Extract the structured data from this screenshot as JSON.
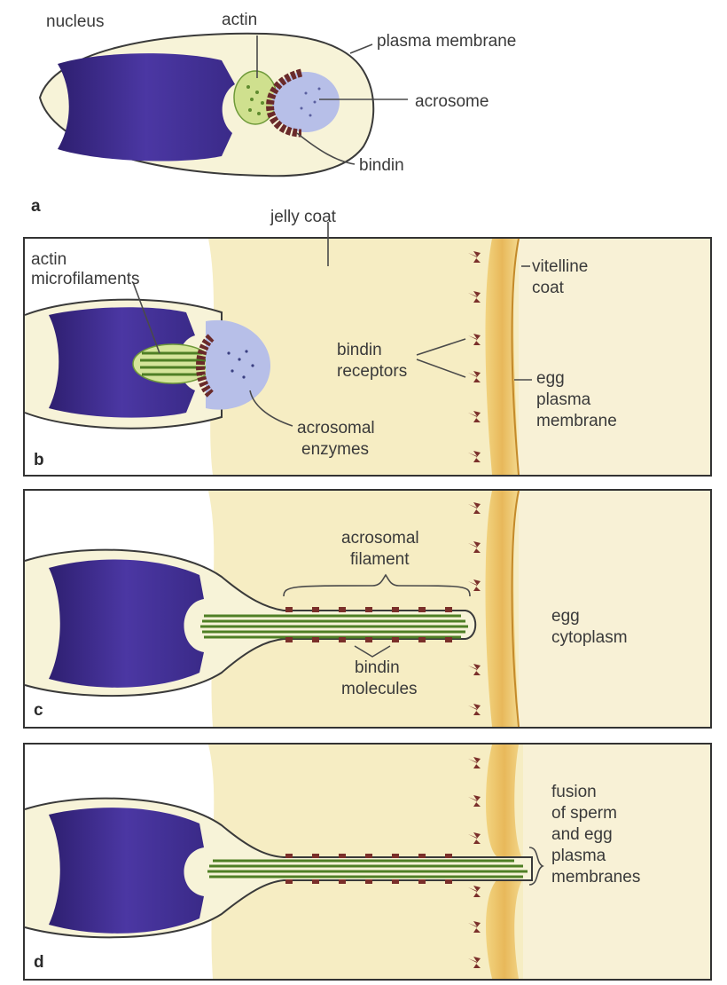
{
  "panels": {
    "a": {
      "letter": "a",
      "labels": {
        "nucleus": "nucleus",
        "actin": "actin",
        "plasma_membrane": "plasma membrane",
        "acrosome": "acrosome",
        "bindin": "bindin"
      }
    },
    "b": {
      "letter": "b",
      "labels": {
        "jelly_coat": "jelly coat",
        "actin_microfilaments_1": "actin",
        "actin_microfilaments_2": "microfilaments",
        "vitelline_coat_1": "vitelline",
        "vitelline_coat_2": "coat",
        "bindin_receptors_1": "bindin",
        "bindin_receptors_2": "receptors",
        "egg_plasma_membrane_1": "egg",
        "egg_plasma_membrane_2": "plasma",
        "egg_plasma_membrane_3": "membrane",
        "acrosomal_enzymes_1": "acrosomal",
        "acrosomal_enzymes_2": "enzymes"
      }
    },
    "c": {
      "letter": "c",
      "labels": {
        "acrosomal_filament_1": "acrosomal",
        "acrosomal_filament_2": "filament",
        "egg_cytoplasm_1": "egg",
        "egg_cytoplasm_2": "cytoplasm",
        "bindin_molecules_1": "bindin",
        "bindin_molecules_2": "molecules"
      }
    },
    "d": {
      "letter": "d",
      "labels": {
        "fusion_1": "fusion",
        "fusion_2": "of sperm",
        "fusion_3": "and egg",
        "fusion_4": "plasma",
        "fusion_5": "membranes"
      }
    }
  },
  "colors": {
    "nucleus": "#3b2a86",
    "jelly": "#f6edc3",
    "membrane_cream": "#f7f3d8",
    "actin": "#6f9a3a",
    "acrosome": "#b7bfe8",
    "bindin": "#6a2a2a",
    "vitelline": "#e9c46a",
    "egg": "#f8f1d6"
  }
}
